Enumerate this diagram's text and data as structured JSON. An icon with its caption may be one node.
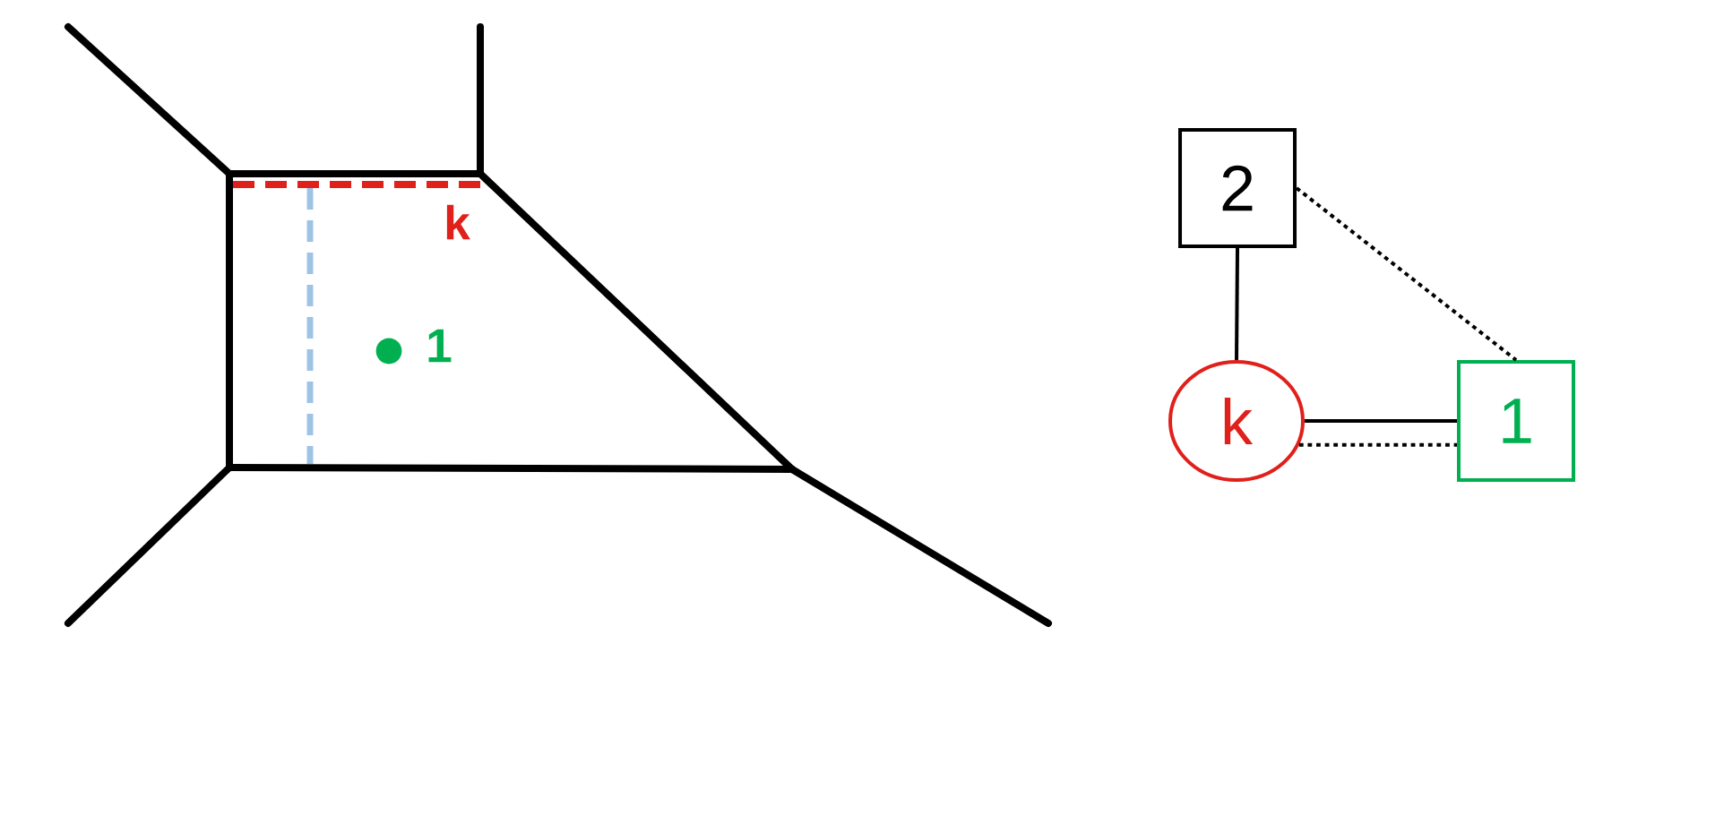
{
  "diagram": {
    "nodes": [
      {
        "text": [
          "2"
        ]
      },
      {
        "text": [
          "k"
        ]
      },
      {
        "text": [
          "1"
        ]
      }
    ],
    "edges": [
      {
        "from": 0,
        "to": 1,
        "arrow": "none"
      },
      {
        "from": 0,
        "to": 2,
        "arrow": "none",
        "style": "dashed"
      },
      {
        "from": 1,
        "to": 2,
        "arrow": "none"
      },
      {
        "from": 1,
        "to": 2,
        "arrow": "none",
        "style": "dashed"
      }
    ],
    "labels": [
      "k",
      "1"
    ]
  }
}
